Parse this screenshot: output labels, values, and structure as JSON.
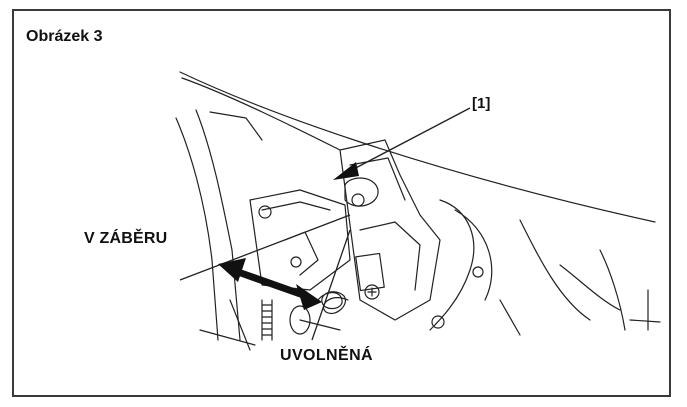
{
  "figure": {
    "title": "Obrázek 3",
    "callout": "[1]",
    "engaged_label": "V ZÁBĚRU",
    "released_label": "UVOLNĚNÁ"
  }
}
